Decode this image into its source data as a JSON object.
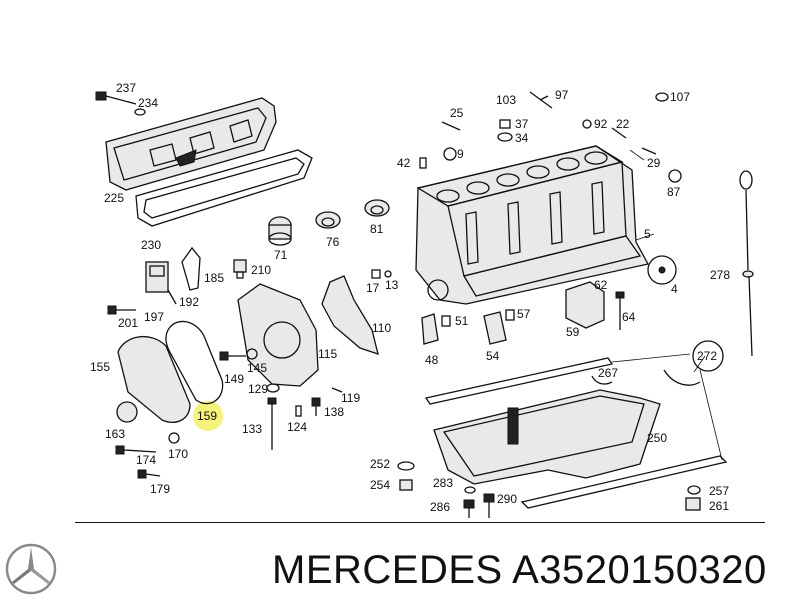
{
  "labels": [
    {
      "id": "237",
      "text": "237"
    },
    {
      "id": "234",
      "text": "234"
    },
    {
      "id": "225",
      "text": "225"
    },
    {
      "id": "230",
      "text": "230"
    },
    {
      "id": "71",
      "text": "71"
    },
    {
      "id": "76",
      "text": "76"
    },
    {
      "id": "81",
      "text": "81"
    },
    {
      "id": "25",
      "text": "25"
    },
    {
      "id": "103",
      "text": "103"
    },
    {
      "id": "97",
      "text": "97"
    },
    {
      "id": "107",
      "text": "107"
    },
    {
      "id": "37",
      "text": "37"
    },
    {
      "id": "34",
      "text": "34"
    },
    {
      "id": "92",
      "text": "92"
    },
    {
      "id": "22",
      "text": "22"
    },
    {
      "id": "42",
      "text": "42"
    },
    {
      "id": "9",
      "text": "9"
    },
    {
      "id": "29",
      "text": "29"
    },
    {
      "id": "87",
      "text": "87"
    },
    {
      "id": "5",
      "text": "5"
    },
    {
      "id": "4",
      "text": "4"
    },
    {
      "id": "278",
      "text": "278"
    },
    {
      "id": "185",
      "text": "185"
    },
    {
      "id": "210",
      "text": "210"
    },
    {
      "id": "192",
      "text": "192"
    },
    {
      "id": "197",
      "text": "197"
    },
    {
      "id": "201",
      "text": "201"
    },
    {
      "id": "17",
      "text": "17"
    },
    {
      "id": "13",
      "text": "13"
    },
    {
      "id": "110",
      "text": "110"
    },
    {
      "id": "62",
      "text": "62"
    },
    {
      "id": "51",
      "text": "51"
    },
    {
      "id": "57",
      "text": "57"
    },
    {
      "id": "64",
      "text": "64"
    },
    {
      "id": "48",
      "text": "48"
    },
    {
      "id": "54",
      "text": "54"
    },
    {
      "id": "59",
      "text": "59"
    },
    {
      "id": "155",
      "text": "155"
    },
    {
      "id": "145",
      "text": "145"
    },
    {
      "id": "115",
      "text": "115"
    },
    {
      "id": "149",
      "text": "149"
    },
    {
      "id": "129",
      "text": "129"
    },
    {
      "id": "119",
      "text": "119"
    },
    {
      "id": "159",
      "text": "159"
    },
    {
      "id": "138",
      "text": "138"
    },
    {
      "id": "163",
      "text": "163"
    },
    {
      "id": "133",
      "text": "133"
    },
    {
      "id": "124",
      "text": "124"
    },
    {
      "id": "174",
      "text": "174"
    },
    {
      "id": "170",
      "text": "170"
    },
    {
      "id": "179",
      "text": "179"
    },
    {
      "id": "272",
      "text": "272"
    },
    {
      "id": "267",
      "text": "267"
    },
    {
      "id": "250",
      "text": "250"
    },
    {
      "id": "252",
      "text": "252"
    },
    {
      "id": "254",
      "text": "254"
    },
    {
      "id": "283",
      "text": "283"
    },
    {
      "id": "286",
      "text": "286"
    },
    {
      "id": "290",
      "text": "290"
    },
    {
      "id": "257",
      "text": "257"
    },
    {
      "id": "261",
      "text": "261"
    }
  ],
  "highlight": {
    "label": "159",
    "color": "#f6f27a"
  },
  "brand": {
    "text": "MERCEDES A3520150320"
  }
}
